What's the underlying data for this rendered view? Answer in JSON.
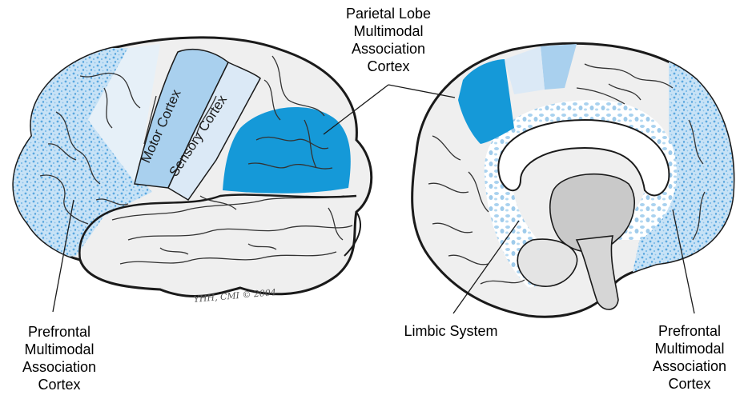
{
  "labels": {
    "parietal": [
      "Parietal Lobe",
      "Multimodal",
      "Association",
      "Cortex"
    ],
    "prefrontal_left": [
      "Prefrontal",
      "Multimodal",
      "Association",
      "Cortex"
    ],
    "prefrontal_right": [
      "Prefrontal",
      "Multimodal",
      "Association",
      "Cortex"
    ],
    "limbic": "Limbic System",
    "motor": "Motor Cortex",
    "sensory": "Sensory Cortex",
    "signature": "YHH, CMI © 2004"
  },
  "colors": {
    "outline": "#1a1a1a",
    "brain_fill": "#efefef",
    "motor_fill": "#a9d0ee",
    "sensory_fill": "#dbe9f6",
    "parietal_fill": "#1599d8",
    "prefrontal_speckle": "#9ccbed",
    "limbic_speckle": "#aed3ef",
    "inner_gray": "#c9c9c9"
  }
}
